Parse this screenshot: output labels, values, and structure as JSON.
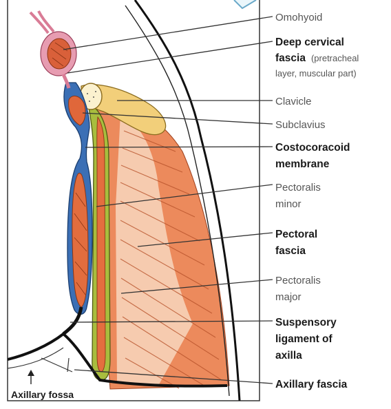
{
  "labels": {
    "omohyoid": "Omohyoid",
    "deep_cervical_1": "Deep cervical",
    "deep_cervical_2_bold": "fascia",
    "deep_cervical_2_sub": "(pretracheal",
    "deep_cervical_3": "layer, muscular part)",
    "clavicle": "Clavicle",
    "subclavius": "Subclavius",
    "costocoracoid_1": "Costocoracoid",
    "costocoracoid_2": "membrane",
    "pect_minor_1": "Pectoralis",
    "pect_minor_2": "minor",
    "pectoral_fascia_1": "Pectoral",
    "pectoral_fascia_2": "fascia",
    "pect_major_1": "Pectoralis",
    "pect_major_2": "major",
    "suspensory_1": "Suspensory",
    "suspensory_2": "ligament of",
    "suspensory_3": "axilla",
    "axillary_fascia": "Axillary fascia",
    "axillary_fossa": "Axillary fossa"
  },
  "colors": {
    "muscle": "#e5784a",
    "muscle_dark": "#c24a22",
    "muscle_light": "#f6c9a8",
    "deep_fascia_blue": "#3a6fb4",
    "pectoral_fascia_green": "#a3b83a",
    "clavicle_bone": "#f3d27e",
    "omohyoid_pink": "#e49aae",
    "outline": "#1a1a1a"
  }
}
